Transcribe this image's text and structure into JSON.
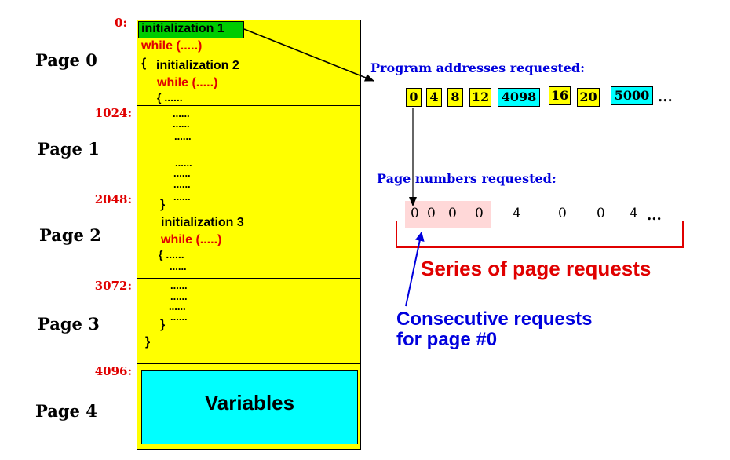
{
  "address_labels": [
    "0:",
    "1024:",
    "2048:",
    "3072:",
    "4096:"
  ],
  "page_labels": [
    "Page 0",
    "Page 1",
    "Page 2",
    "Page 3",
    "Page 4"
  ],
  "code": {
    "init1": "initialization 1",
    "while1": "while (.....)",
    "brace_open1": "{",
    "init2": "initialization 2",
    "while2": "while (.....)",
    "brace_open2": "{ ......",
    "dots": "......",
    "brace_close_inner": "}",
    "init3": "initialization 3",
    "while3": "while (.....)",
    "brace_open3": "{ ......",
    "brace_close_a": "}",
    "brace_close_b": "}"
  },
  "variables_label": "Variables",
  "program_addresses": {
    "title": "Program addresses requested:",
    "values": [
      "0",
      "4",
      "8",
      "12",
      "4098",
      "16",
      "20",
      "5000"
    ],
    "ellipsis": "..."
  },
  "page_numbers": {
    "title": "Page numbers requested:",
    "values": [
      "0",
      "0",
      "0",
      "0",
      "4",
      "0",
      "0",
      "4"
    ],
    "ellipsis": "..."
  },
  "series_label": "Series of page requests",
  "consecutive_label_line1": "Consecutive requests",
  "consecutive_label_line2": "for page #0",
  "colors": {
    "memory_fill": "#ffff00",
    "variables_fill": "#00ffff",
    "highlight_fill": "#00cc00",
    "address_red": "#e00000",
    "annotation_blue": "#0000dd",
    "bracket_red": "#e00000",
    "pink_highlight": "#ffd8d8"
  }
}
